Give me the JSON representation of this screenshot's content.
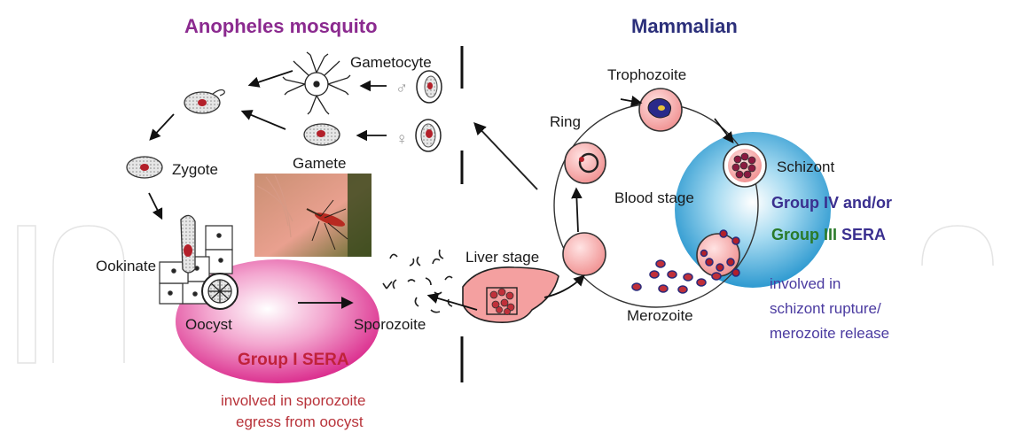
{
  "headings": {
    "mosquito": "Anopheles mosquito",
    "mammalian": "Mammalian"
  },
  "labels": {
    "gametocyte": "Gametocyte",
    "gamete": "Gamete",
    "zygote": "Zygote",
    "ookinate": "Ookinate",
    "oocyst": "Oocyst",
    "sporozoite": "Sporozoite",
    "liver_stage": "Liver stage",
    "trophozoite": "Trophozoite",
    "ring": "Ring",
    "schizont": "Schizont",
    "blood_stage": "Blood stage",
    "merozoite": "Merozoite",
    "male_symbol": "♂",
    "female_symbol": "♀"
  },
  "groups": {
    "group1": "Group I SERA",
    "group1_desc_line1": "involved in sporozoite",
    "group1_desc_line2": "egress from oocyst",
    "group4": "Group IV and/or",
    "group3_a": "Group III",
    "group3_b": " SERA",
    "group34_desc_line1": "involved in",
    "group34_desc_line2": "schizont rupture/",
    "group34_desc_line3": "merozoite release"
  },
  "colors": {
    "mosquito_heading": "#8b2a8f",
    "mammalian_heading": "#2b2f7a",
    "group1_fill": "#e0308a",
    "group1_text": "#c0223a",
    "group1_desc": "#b8333a",
    "blood_disc": "#3fa9d8",
    "group4_text": "#3a2f8f",
    "group3_text": "#2a7a2a",
    "group34_desc": "#4a3aa0",
    "cell_fill": "#f4a0a0",
    "parasite": "#b3202a"
  }
}
